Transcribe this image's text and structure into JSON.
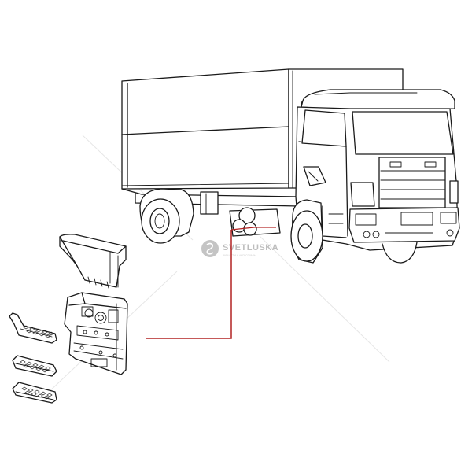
{
  "watermark": {
    "brand": "SVETLUSKA",
    "tagline": "ЗАПЧАСТИ И АКСЕССУАРЫ",
    "colors": {
      "mark": "#c4c4c4",
      "text": "#bdbdbd"
    }
  },
  "colors": {
    "line": "#1a1a1a",
    "leader": "#b22222",
    "background": "#ffffff"
  },
  "parts": [
    {
      "name": "upper-step-cover",
      "icon": "step-cover-icon"
    },
    {
      "name": "step-frame-panel",
      "icon": "step-bracket-icon"
    },
    {
      "name": "step-tread-top",
      "icon": "step-tread-icon"
    },
    {
      "name": "step-tread-middle",
      "icon": "step-tread-icon"
    },
    {
      "name": "step-tread-bottom",
      "icon": "step-tread-icon"
    }
  ]
}
